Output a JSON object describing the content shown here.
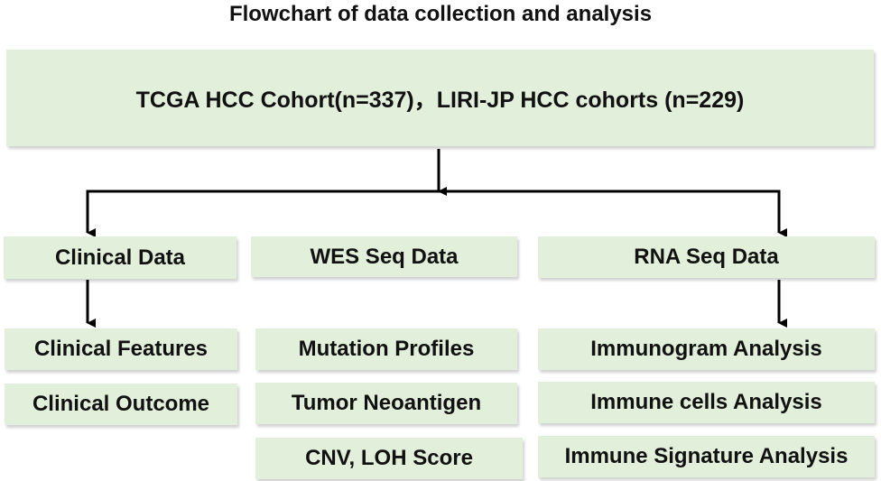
{
  "title": "Flowchart of data collection and analysis",
  "cohort_box": "TCGA  HCC Cohort(n=337)，LIRI-JP HCC cohorts (n=229)",
  "columns": {
    "clinical": {
      "header": "Clinical Data",
      "items": [
        "Clinical Features",
        "Clinical Outcome"
      ]
    },
    "wes": {
      "header": "WES Seq Data",
      "items": [
        "Mutation Profiles",
        "Tumor Neoantigen",
        "CNV, LOH Score"
      ]
    },
    "rna": {
      "header": "RNA Seq Data",
      "items": [
        "Immunogram  Analysis",
        "Immune cells  Analysis",
        "Immune Signature Analysis"
      ]
    }
  },
  "colors": {
    "box_fill": "#e2efda",
    "line": "#000000"
  }
}
